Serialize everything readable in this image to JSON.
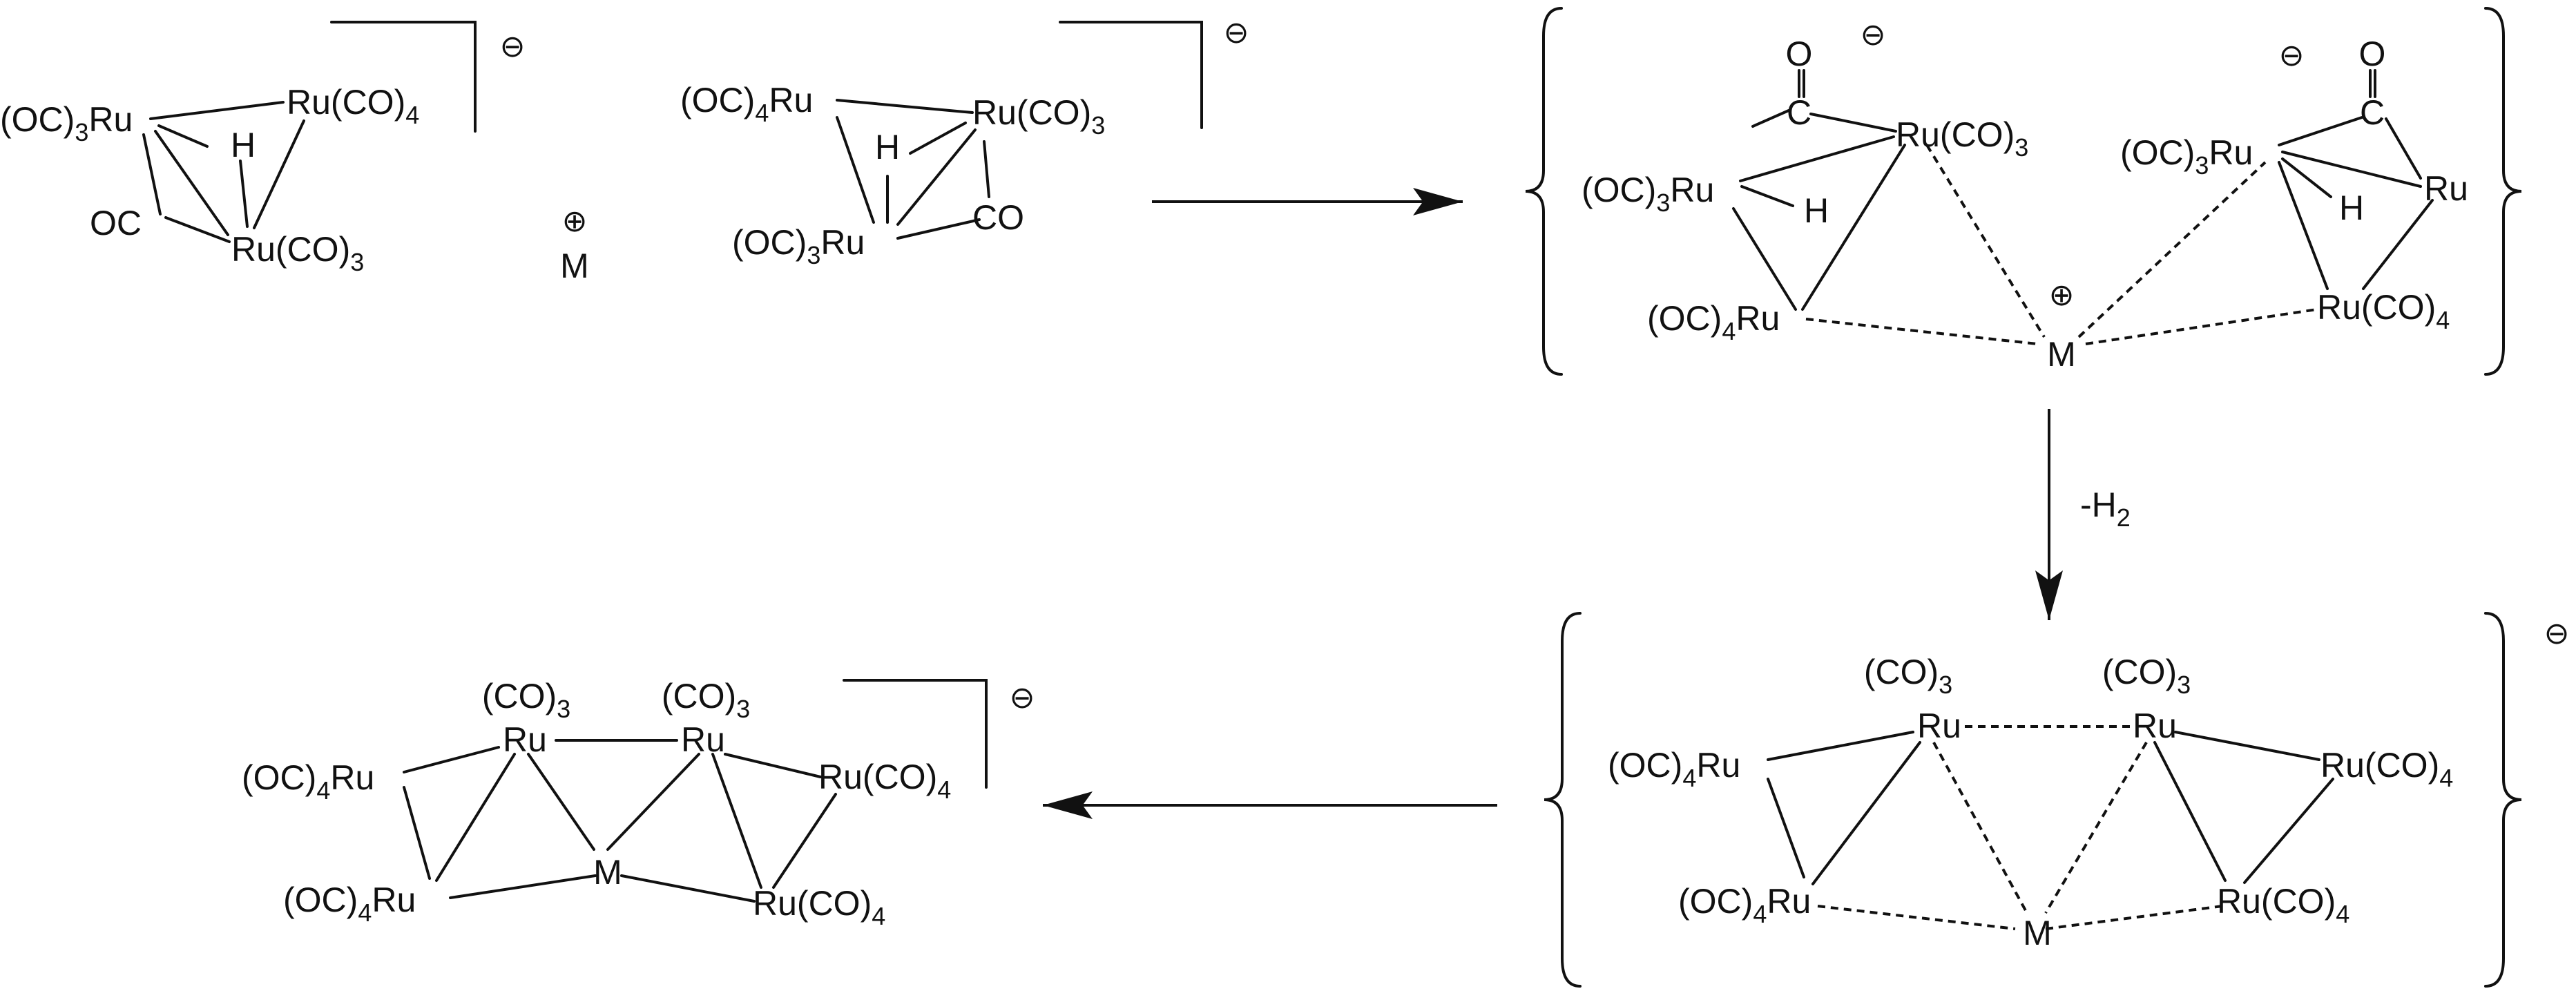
{
  "labels": {
    "ru": "Ru",
    "h": "H",
    "m": "M",
    "o": "O",
    "c": "C",
    "oc": "OC",
    "co": "CO",
    "co_open": "(CO)",
    "oc_open": "(OC)",
    "sub3": "3",
    "sub4": "4",
    "sub2": "2",
    "minus": "⊖",
    "plus": "⊕",
    "neg_h": "-H"
  },
  "steps": [
    {
      "id": "reactants",
      "description_text": ""
    },
    {
      "id": "intermediate_1"
    },
    {
      "id": "intermediate_2",
      "loss": "-H2"
    },
    {
      "id": "product"
    }
  ]
}
